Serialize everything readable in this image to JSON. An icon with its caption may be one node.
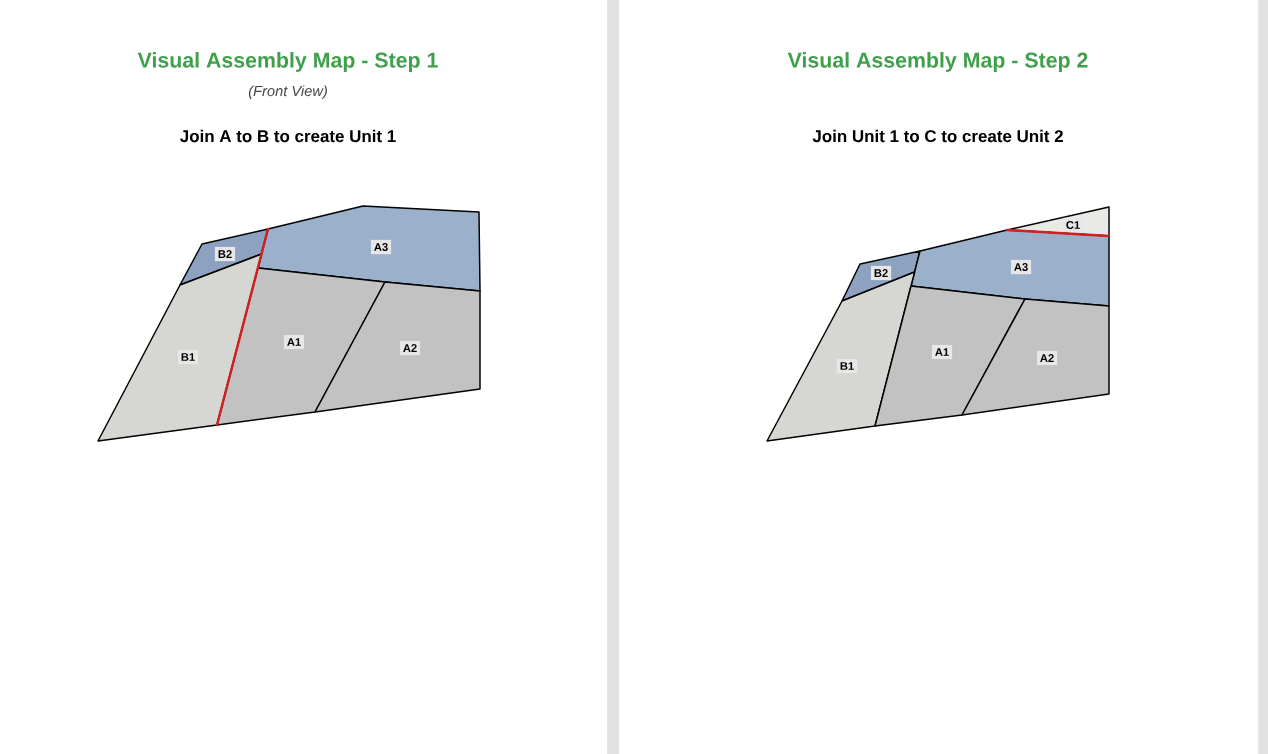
{
  "diagram": {
    "nodes": [
      {
        "text": [
          "Visual Assembly Map - Step 1",
          "(Front View)",
          "Join A to B to create Unit 1"
        ]
      },
      {
        "text": [
          "B2"
        ],
        "in": 0
      },
      {
        "text": [
          "A3"
        ],
        "in": 0
      },
      {
        "text": [
          "B1"
        ],
        "in": 0
      },
      {
        "text": [
          "A1"
        ],
        "in": 0
      },
      {
        "text": [
          "A2"
        ],
        "in": 0
      },
      {
        "text": [
          "Visual Assembly Map - Step 2",
          "Join Unit 1 to C to create Unit 2"
        ]
      },
      {
        "text": [
          "C1"
        ],
        "in": 6
      },
      {
        "text": [
          "B2"
        ],
        "in": 6
      },
      {
        "text": [
          "A3"
        ],
        "in": 6
      },
      {
        "text": [
          "B1"
        ],
        "in": 6
      },
      {
        "text": [
          "A1"
        ],
        "in": 6
      },
      {
        "text": [
          "A2"
        ],
        "in": 6
      }
    ]
  }
}
